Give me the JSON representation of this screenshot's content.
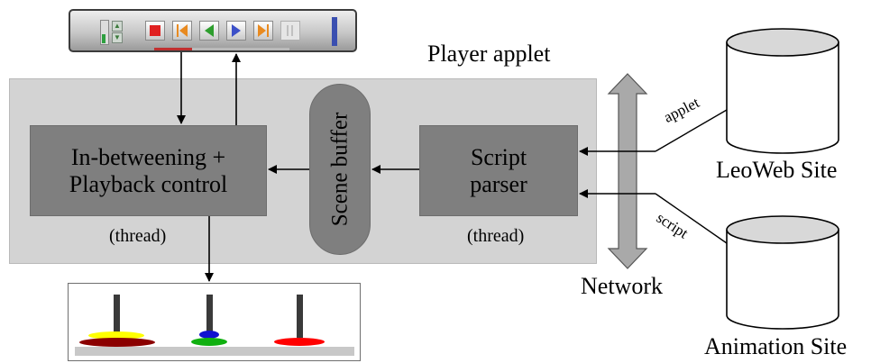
{
  "applet": {
    "title": "Player applet"
  },
  "modules": {
    "inbetween": {
      "line1": "In-betweening +",
      "line2": "Playback control",
      "thread": "(thread)"
    },
    "parser": {
      "line1": "Script",
      "line2": "parser",
      "thread": "(thread)"
    },
    "scene_buffer": "Scene buffer"
  },
  "network": {
    "label": "Network",
    "applet_link": "applet",
    "script_link": "script"
  },
  "sites": {
    "leoweb": "LeoWeb Site",
    "animation": "Animation Site"
  },
  "toolbar": {
    "buttons": [
      "volume-control",
      "stop-button",
      "skip-to-start-button",
      "step-back-button",
      "play-forward-button",
      "skip-to-end-button",
      "pause-button",
      "end-marker"
    ],
    "colors": {
      "stop": "#e02020",
      "skip": "#e88a20",
      "back": "#2e9e2e",
      "forward": "#3c50c8",
      "marker": "#3a4fb0"
    }
  },
  "animation_preview": {
    "pegs": 3,
    "disk_colors": [
      "#ffff00",
      "#8b0000",
      "#1010d0",
      "#10b010",
      "#ff0000"
    ]
  }
}
